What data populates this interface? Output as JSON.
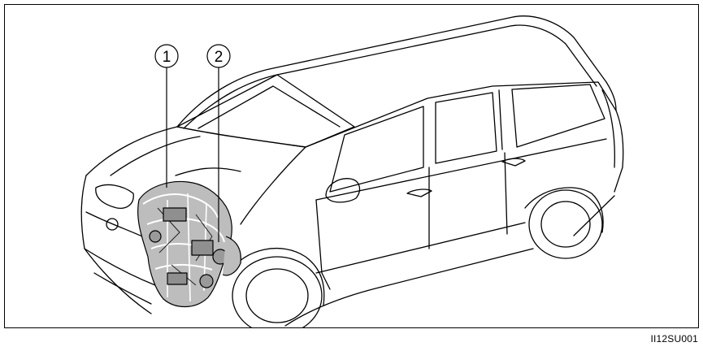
{
  "callouts": [
    {
      "label": "1"
    },
    {
      "label": "2"
    }
  ],
  "figure_code": "II12SU001"
}
